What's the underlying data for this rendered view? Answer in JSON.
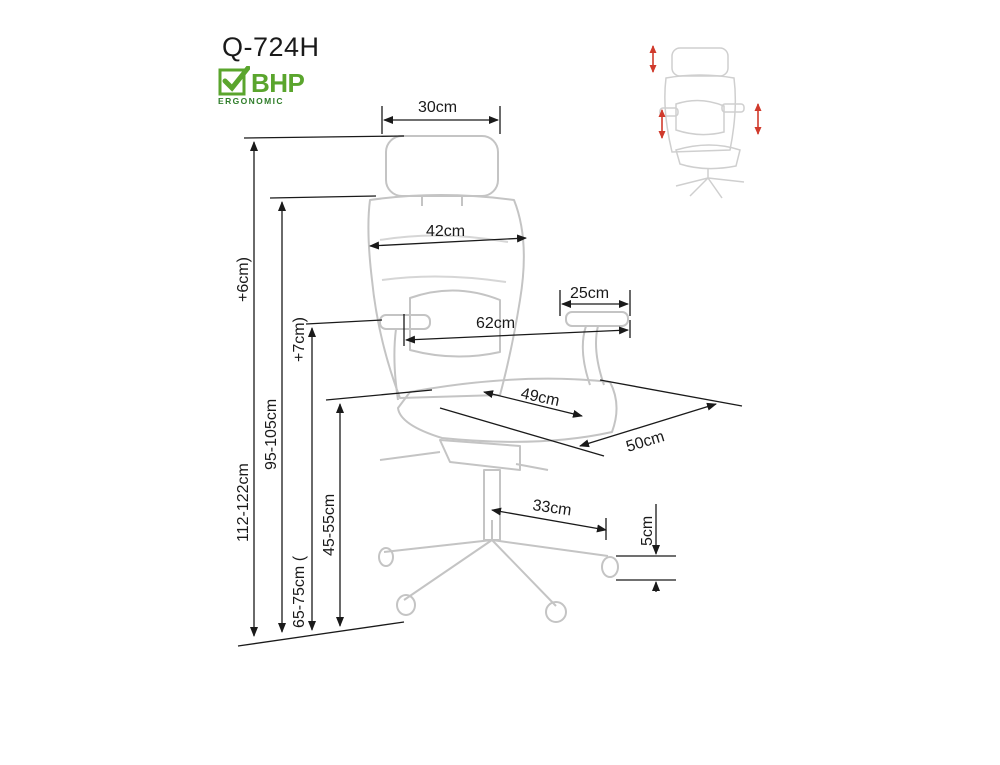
{
  "product": {
    "model": "Q-724H",
    "badge_text": "BHP",
    "badge_subtext": "ERGONOMIC",
    "badge_color": "#5aa52d"
  },
  "dimensions": {
    "headrest_width": "30cm",
    "backrest_width": "42cm",
    "armrest_depth": "25cm",
    "outer_width": "62cm",
    "seat_width": "49cm",
    "seat_depth": "50cm",
    "base_radius": "33cm",
    "wheel_height": "5cm",
    "total_height": "112-122cm",
    "headrest_adjust": "+6cm)",
    "back_height": "95-105cm",
    "armrest_height": "65-75cm (",
    "armrest_adjust": "+7cm)",
    "seat_height": "45-55cm"
  },
  "colors": {
    "line": "#1a1a1a",
    "arrow_accent": "#d03a2c",
    "chair_sketch": "#bdbdbd"
  }
}
